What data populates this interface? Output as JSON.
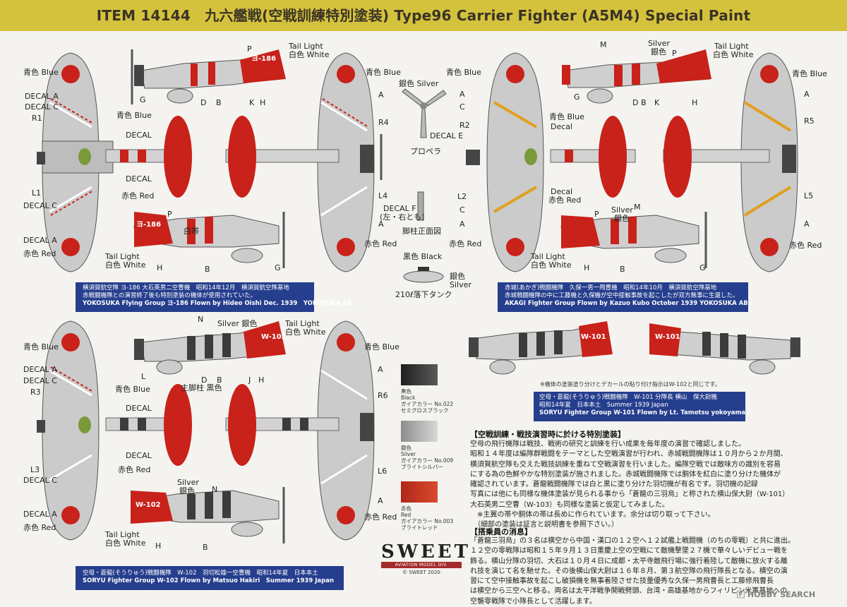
{
  "header": {
    "title": "ITEM 14144　九六艦戦(空戦訓練特別塗装) Type96 Carrier Fighter (A5M4) Special Paint",
    "bg_color": "#d4c23c"
  },
  "colors": {
    "red": "#c8221a",
    "silver": "#c9c9c9",
    "black": "#3c3c3c",
    "navy": "#253e8d"
  },
  "labels": {
    "blue_jp_en": "青色 Blue",
    "blue_en_jp": "青色 Blue",
    "red_jp_en": "赤色 Red",
    "white_jp_en": "白色 White",
    "tail_light": "Tail Light",
    "tail_light_white": "白色 White",
    "silver_jp": "Silver 銀色",
    "silver_en": "Silver",
    "silver_jp_only": "銀色",
    "decal": "DECAL",
    "decal_label": "Decal",
    "decal_a": "DECAL A",
    "decal_c": "DECAL C",
    "decal_e": "DECAL E",
    "decal_f": "DECAL F",
    "decal_f_sub": "(左・右とも)",
    "white_band": "白帯",
    "main_gear_black": "主脚柱 黒色",
    "propeller_silver": "銀色 Silver",
    "propeller": "プロペラ",
    "strut_front": "脚柱正面図",
    "black_color": "黒色 Black",
    "silver_color_jp": "銀色",
    "silver_color_en": "Silver",
    "drop_tank": "210ℓ落下タンク",
    "A": "A",
    "B": "B",
    "C": "C",
    "D": "D",
    "G": "G",
    "H": "H",
    "J": "J",
    "K": "K",
    "L": "L",
    "M": "M",
    "N": "N",
    "P": "P",
    "R1": "R1",
    "R2": "R2",
    "R3": "R3",
    "R4": "R4",
    "R5": "R5",
    "R6": "R6",
    "L1": "L1",
    "L2": "L2",
    "L3": "L3",
    "L4": "L4",
    "L5": "L5",
    "L6": "L6"
  },
  "aircraft": {
    "yokosuka": {
      "code": "ヨ-186"
    },
    "soryu_w102": {
      "code": "W-102"
    },
    "soryu_w101": {
      "code": "W-101"
    }
  },
  "captions": {
    "yokosuka": {
      "jp1": "横須賀航空隊 ヨ-186 大石英男二空曹機　昭和14年12月　横須賀航空隊基地",
      "jp2": "赤戦闘機隊との演習終了後も特別塗装の機体が使用されていた。",
      "en": "YOKOSUKA Flying Group ヨ-186 Flown by Hideo Oishi Dec. 1939　YOKOSUKA AB."
    },
    "akagi": {
      "jp1": "赤城(あかぎ)戦闘機隊　久保一男一飛曹機　昭和14年10月　横須賀航空隊基地",
      "jp2": "赤城戦闘機隊の中に工藤機と久保機が空中接触事故を起こしたが双方無事に生還した。",
      "en": "AKAGI Fighter Group Flown by Kazuo Kubo October 1939 YOKOSUKA AB."
    },
    "soryu_w102": {
      "jp1": "空母・蒼龍(そうりゅう)戦闘機隊　W-102　羽切松雄一空曹機　昭和14年夏　日本本土",
      "en": "SORYU Fighter Group W-102 Flown by Matsuo Hakiri　Summer 1939 Japan"
    },
    "soryu_w101": {
      "jp1": "空母・蒼龍(そうりゅう)戦闘機隊　W-101 分隊長 横山　保大尉機",
      "jp2": "昭和14年夏　日本本土　Summer 1939 Japan",
      "en": "SORYU Fighter Group W-101 Flown by Lt. Tamotsu yokoyama"
    }
  },
  "w101_note": "※機体の塗装塗り分けとデカールの貼り付け指示はW-102と同じです。",
  "swatches": [
    {
      "jp": "黒色",
      "en": "Black",
      "code": "ガイアカラー No.022",
      "name": "セミグロスブラック",
      "color": "#3a3a3a"
    },
    {
      "jp": "銀色",
      "en": "Silver",
      "code": "ガイアカラー No.009",
      "name": "ブライトシルバー",
      "color": "#b9b9b9"
    },
    {
      "jp": "赤色",
      "en": "Red",
      "code": "ガイアカラー No.003",
      "name": "ブライトレッド",
      "color": "#c3311f"
    }
  ],
  "article": {
    "title1": "【空戦訓練・戦技演習時に於ける特別塗装】",
    "lines1": [
      "空母の飛行機隊は戦技、戦術の研究と訓練を行い成果を毎年度の演習で確認しました。",
      "昭和１４年度は編隊群戦闘をテーマとした空戦演習が行われ、赤城戦闘機隊は１０月から２か月間、",
      "横須賀航空隊も交えた戦技訓練を重ねて空戦演習を行いました。編隊空戦では敵味方の識別を容易",
      "にする為の色鮮やかな特別塗装が施されました。赤城戦闘機隊では胴体を紅白に塗り分けた機体が",
      "確認されています。蒼龍戦闘機隊では白と黒に塗り分けた羽切機が有名です。羽切機の記録",
      "写真には他にも同様な機体塗装が見られる事から「蒼龍の三羽烏」と称された横山保大尉（W-101）",
      "大石英男二空曹（W-103）も同様な塗装と仮定してみました。",
      "　※主翼の帯や胴体の帯は長めに作られています。余分は切り取って下さい。",
      "　（細部の塗装は証言と説明書を参照下さい。）"
    ],
    "title2": "【搭乗員の消息】",
    "lines2": [
      "「蒼龍三羽烏」の３名は横空から中国・漢口の１２空へ１２試艦上戦闘機（のちの零戦）と共に進出。",
      "１２空の零戦隊は昭和１５年９月１３日重慶上空の空戦にて敵機撃墜２７機で華々しいデビュー戦を",
      "飾る。横山分隊の羽切、大石は１０月４日に成都・太平寺敵飛行場に強行着陸して敵機に放火する離",
      "れ技を演じて名を馳せた。その後横山保大尉は１６年８月、第３航空隊の飛行隊長となる。横空の演",
      "習にて空中接触事故を起こし破損機を無事着陸させた技量優秀な久保一男飛曹長と工藤修飛曹長",
      "は横空から三空へと移る。両名は太平洋戦争開戦劈頭、台湾・高雄基地からフィリピン米軍基地への",
      "空襲零戦隊で小隊長として活躍します。"
    ]
  },
  "logo": {
    "word": "SWEET",
    "bar": "AVIATION MODEL DIV.",
    "copyright": "© SWEET 2020"
  },
  "watermark": "🄵 HOBBY SEARCH"
}
